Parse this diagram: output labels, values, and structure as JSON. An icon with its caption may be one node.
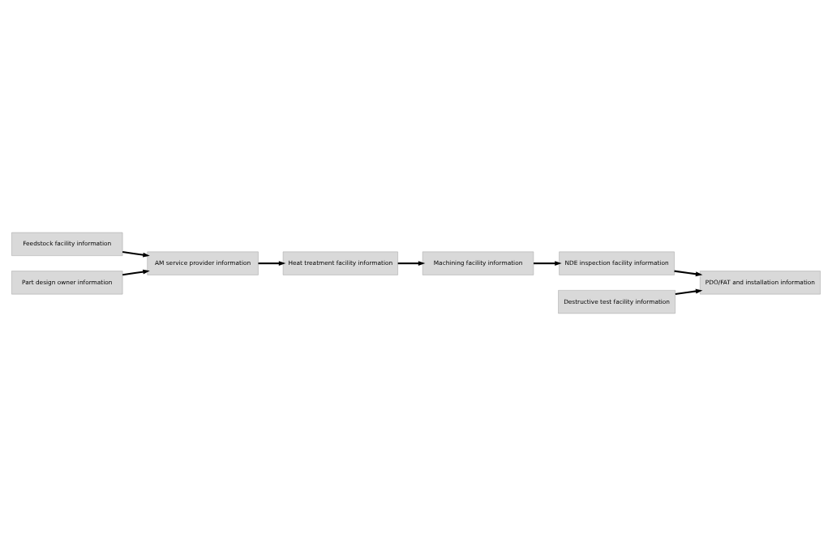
{
  "diagram": {
    "nodes": [
      {
        "text": [
          "Feedstock facility information"
        ]
      },
      {
        "text": [
          "Part design owner information"
        ]
      },
      {
        "text": [
          "AM service provider information"
        ]
      },
      {
        "text": [
          "Heat treatment facility information"
        ]
      },
      {
        "text": [
          "Machining facility information"
        ]
      },
      {
        "text": [
          "NDE inspection facility information"
        ]
      },
      {
        "text": [
          "Destructive test facility information"
        ]
      },
      {
        "text": [
          "PDO/FAT and installation information"
        ]
      }
    ],
    "edges": [
      {
        "from": 0,
        "to": 2,
        "arrow": "to"
      },
      {
        "from": 1,
        "to": 2,
        "arrow": "to"
      },
      {
        "from": 2,
        "to": 3,
        "arrow": "to"
      },
      {
        "from": 3,
        "to": 4,
        "arrow": "to"
      },
      {
        "from": 4,
        "to": 5,
        "arrow": "to"
      },
      {
        "from": 5,
        "to": 7,
        "arrow": "to"
      },
      {
        "from": 6,
        "to": 7,
        "arrow": "to"
      }
    ]
  }
}
